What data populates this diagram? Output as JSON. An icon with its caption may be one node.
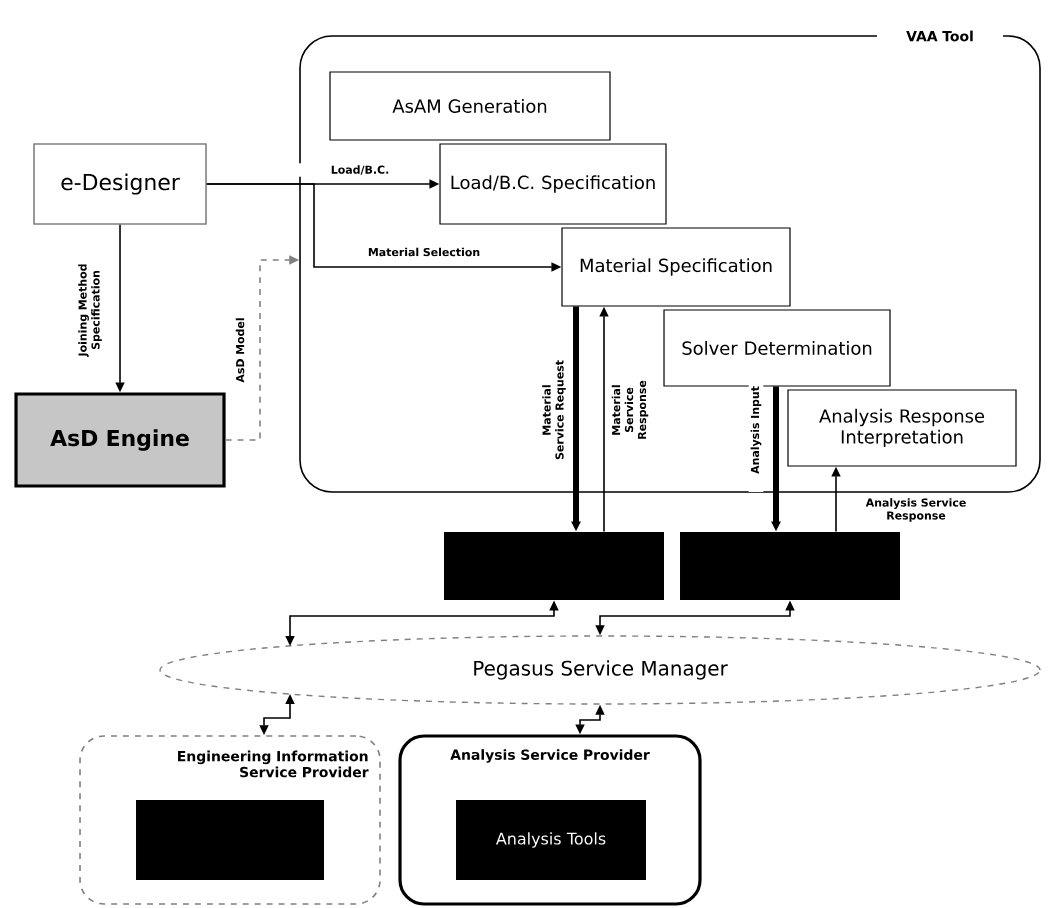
{
  "diagram": {
    "nodes": [
      {
        "text": [
          "VAA Tool"
        ]
      },
      {
        "text": [
          "AsAM Generation"
        ],
        "in": 0
      },
      {
        "text": [
          "Load/B.C. Specification"
        ],
        "in": 0
      },
      {
        "text": [
          "Material Specification"
        ],
        "in": 0
      },
      {
        "text": [
          "Solver Determination"
        ],
        "in": 0
      },
      {
        "text": [
          "Analysis Response Interpretation"
        ],
        "in": 0
      },
      {
        "text": [
          "e-Designer"
        ]
      },
      {
        "text": [
          "AsD Engine"
        ]
      },
      {
        "text": [],
        "shape": "box"
      },
      {
        "text": [],
        "shape": "box"
      },
      {
        "text": [
          "Pegasus Service Manager"
        ]
      },
      {
        "text": [
          "Engineering Information Service Provider"
        ]
      },
      {
        "text": [],
        "shape": "box",
        "in": 11
      },
      {
        "text": [
          "Analysis Service Provider"
        ]
      },
      {
        "text": [
          "Analysis Tools"
        ],
        "in": 13
      }
    ],
    "edges": [
      {
        "from": 6,
        "to": 2,
        "arrow": "to",
        "label": "Load/B.C."
      },
      {
        "from": 6,
        "to": 3,
        "arrow": "to",
        "label": "Material Selection"
      },
      {
        "from": 6,
        "to": 7,
        "arrow": "to",
        "label": "Joining Method Specification"
      },
      {
        "from": 7,
        "to": 0,
        "arrow": "to",
        "label": "AsD Model",
        "style": "dashed",
        "color": "#808080"
      },
      {
        "from": 3,
        "to": 8,
        "arrow": "to",
        "label": "Material Service Request",
        "style": "thick"
      },
      {
        "from": 8,
        "to": 3,
        "arrow": "to",
        "label": "Material Service Response"
      },
      {
        "from": 4,
        "to": 9,
        "arrow": "to",
        "label": "Analysis Input",
        "style": "thick"
      },
      {
        "from": 9,
        "to": 5,
        "arrow": "to",
        "label": "Analysis Service Response"
      },
      {
        "from": 10,
        "to": 8,
        "arrow": "both"
      },
      {
        "from": 10,
        "to": 9,
        "arrow": "both"
      },
      {
        "from": 10,
        "to": 11,
        "arrow": "both"
      },
      {
        "from": 10,
        "to": 13,
        "arrow": "both"
      }
    ]
  }
}
